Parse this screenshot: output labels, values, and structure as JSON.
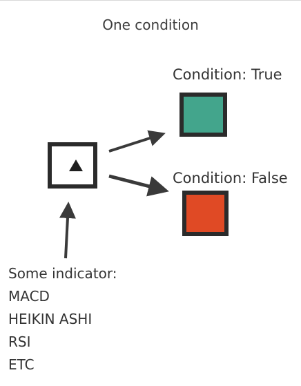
{
  "title": "One condition",
  "outcomes": {
    "true": {
      "label": "Condition: True",
      "color": "#43a58c"
    },
    "false": {
      "label": "Condition: False",
      "color": "#e04a25"
    }
  },
  "indicator": {
    "icon": "triangle-up-icon",
    "heading": "Some indicator:",
    "items": [
      "MACD",
      "HEIKIN ASHI",
      "RSI",
      "ETC"
    ]
  }
}
